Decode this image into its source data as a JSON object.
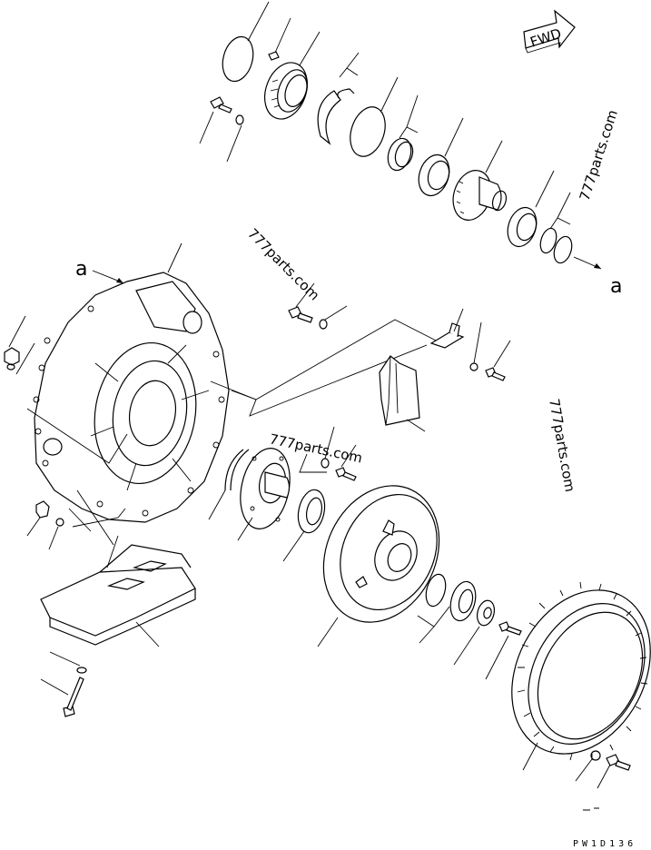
{
  "fwd_label": "FWD",
  "ref_label_a": "a",
  "watermark": "777parts.com",
  "drawing_code": "PW1D136"
}
